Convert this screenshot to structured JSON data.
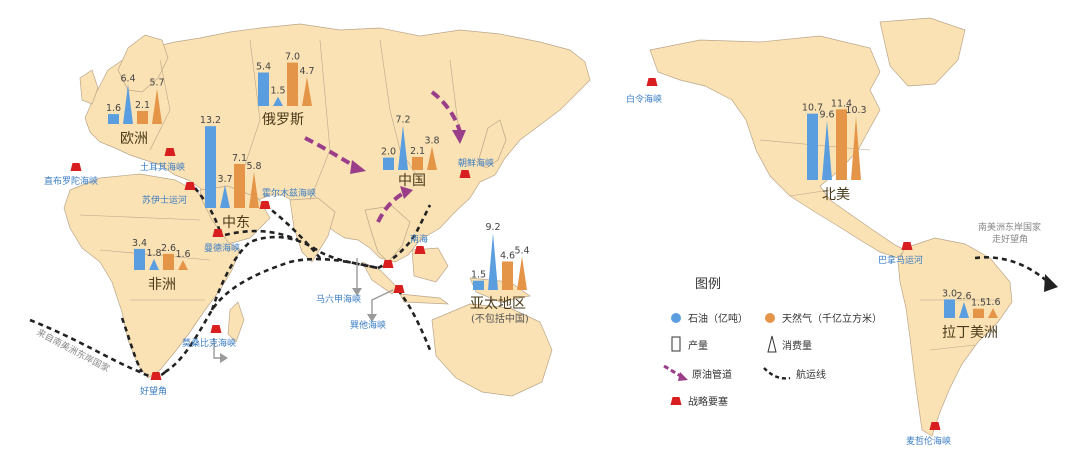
{
  "colors": {
    "ocean": "#ffffff",
    "land": "#fbe2b4",
    "border": "#b9a68a",
    "oil": "#5a9ee0",
    "gas": "#e49548",
    "pipeline": "#9b3e8a",
    "shipping": "#222222",
    "chokepoint": "#d81e1e",
    "strait_text": "#3b7dc4"
  },
  "regions": [
    {
      "id": "europe",
      "name": "欧洲",
      "oil_prod": "1.6",
      "oil_cons": "6.4",
      "gas_prod": "2.1",
      "gas_cons": "5.7"
    },
    {
      "id": "russia",
      "name": "俄罗斯",
      "oil_prod": "5.4",
      "oil_cons": "1.5",
      "gas_prod": "7.0",
      "gas_cons": "4.7"
    },
    {
      "id": "mideast",
      "name": "中东",
      "oil_prod": "13.2",
      "oil_cons": "3.7",
      "gas_prod": "7.1",
      "gas_cons": "5.8"
    },
    {
      "id": "china",
      "name": "中国",
      "oil_prod": "2.0",
      "oil_cons": "7.2",
      "gas_prod": "2.1",
      "gas_cons": "3.8"
    },
    {
      "id": "africa",
      "name": "非洲",
      "oil_prod": "3.4",
      "oil_cons": "1.8",
      "gas_prod": "2.6",
      "gas_cons": "1.6"
    },
    {
      "id": "apac",
      "name": "亚太地区",
      "subname": "(不包括中国)",
      "oil_prod": "1.5",
      "oil_cons": "9.2",
      "gas_prod": "4.6",
      "gas_cons": "5.4"
    },
    {
      "id": "namerica",
      "name": "北美",
      "oil_prod": "10.7",
      "oil_cons": "9.6",
      "gas_prod": "11.4",
      "gas_cons": "10.3"
    },
    {
      "id": "latam",
      "name": "拉丁美洲",
      "oil_prod": "3.0",
      "oil_cons": "2.6",
      "gas_prod": "1.5",
      "gas_cons": "1.6"
    }
  ],
  "chokepoints": [
    {
      "id": "gibraltar",
      "label": "直布罗陀海峡"
    },
    {
      "id": "bosporus",
      "label": "土耳其海峡"
    },
    {
      "id": "suez",
      "label": "苏伊士运河"
    },
    {
      "id": "hormuz",
      "label": "霍尔木兹海峡"
    },
    {
      "id": "mandeb",
      "label": "曼德海峡"
    },
    {
      "id": "malacca",
      "label": "马六甲海峡"
    },
    {
      "id": "sunda",
      "label": "巽他海峡"
    },
    {
      "id": "southsea",
      "label": "南海"
    },
    {
      "id": "korea",
      "label": "朝鲜海峡"
    },
    {
      "id": "bering",
      "label": "白令海峡"
    },
    {
      "id": "panama",
      "label": "巴拿马运河"
    },
    {
      "id": "magellan",
      "label": "麦哲伦海峡"
    },
    {
      "id": "mozambique",
      "label": "莫桑比克海峡"
    },
    {
      "id": "goodhope",
      "label": "好望角"
    }
  ],
  "notes": {
    "west_route": "来自南美洲东岸国家",
    "east_route_1": "南美洲东岸国家",
    "east_route_2": "走好望角"
  },
  "legend": {
    "title": "图例",
    "oil": "石油（亿吨）",
    "gas": "天然气（千亿立方米）",
    "production": "产量",
    "consumption": "消费量",
    "pipeline": "原油管道",
    "shipping": "航运线",
    "chokepoint": "战略要塞"
  }
}
